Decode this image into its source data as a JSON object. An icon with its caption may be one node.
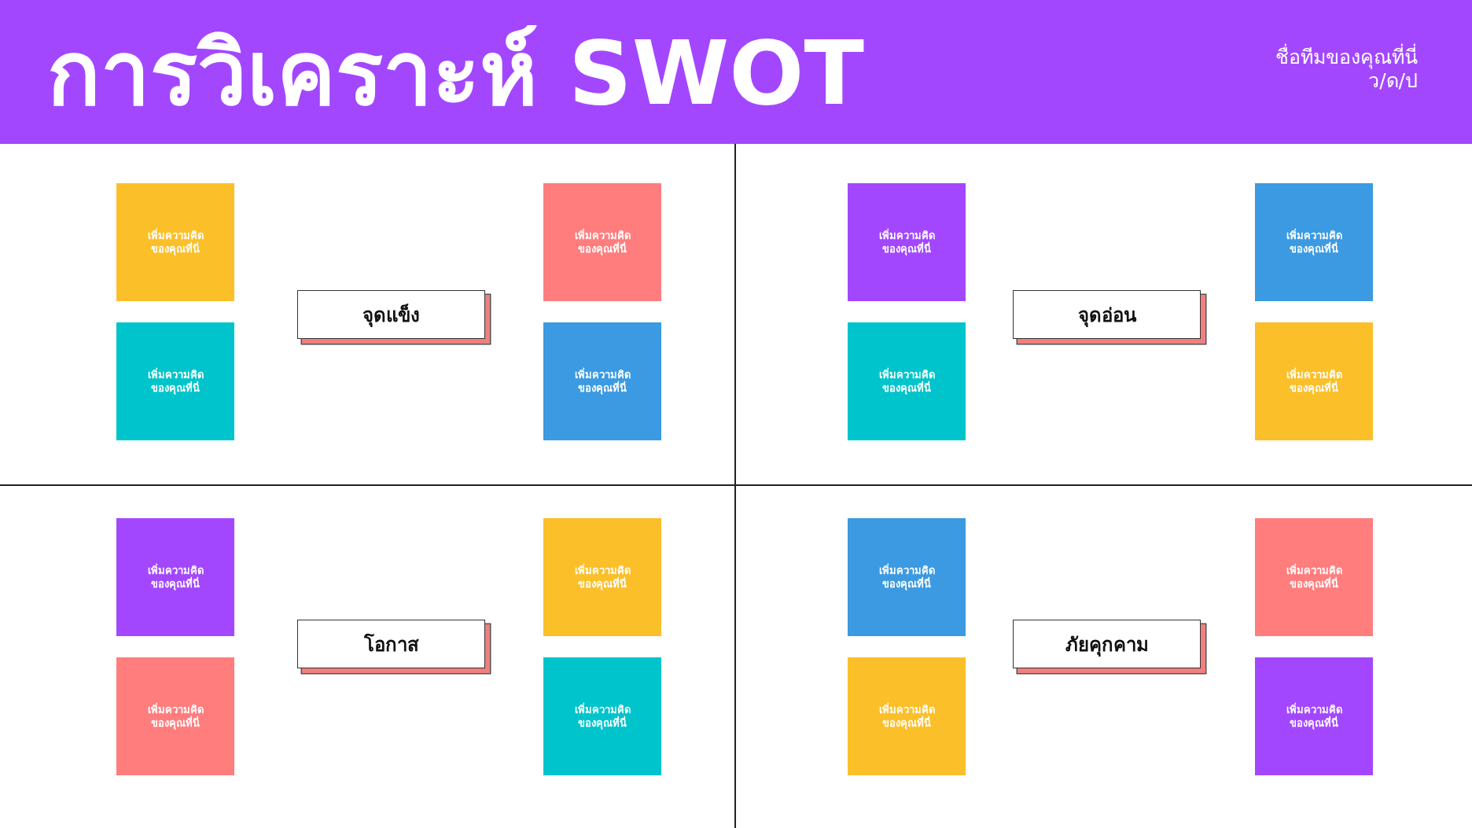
{
  "diagram": {
    "title": "การวิเคราะห์ SWOT",
    "nodes": [
      {
        "text": [
          "จุดแข็ง"
        ]
      },
      {
        "text": [
          "เพิ่มความคิดของคุณที่นี่"
        ]
      },
      {
        "text": [
          "เพิ่มความคิดของคุณที่นี่"
        ]
      },
      {
        "text": [
          "เพิ่มความคิดของคุณที่นี่"
        ]
      },
      {
        "text": [
          "เพิ่มความคิดของคุณที่นี่"
        ]
      },
      {
        "text": [
          "จุดอ่อน"
        ]
      },
      {
        "text": [
          "เพิ่มความคิดของคุณที่นี่"
        ]
      },
      {
        "text": [
          "เพิ่มความคิดของคุณที่นี่"
        ]
      },
      {
        "text": [
          "เพิ่มความคิดของคุณที่นี่"
        ]
      },
      {
        "text": [
          "เพิ่มความคิดของคุณที่นี่"
        ]
      },
      {
        "text": [
          "โอกาส"
        ]
      },
      {
        "text": [
          "เพิ่มความคิดของคุณที่นี่"
        ]
      },
      {
        "text": [
          "เพิ่มความคิดของคุณที่นี่"
        ]
      },
      {
        "text": [
          "เพิ่มความคิดของคุณที่นี่"
        ]
      },
      {
        "text": [
          "เพิ่มความคิดของคุณที่นี่"
        ]
      },
      {
        "text": [
          "ภัยคุกคาม"
        ]
      },
      {
        "text": [
          "เพิ่มความคิดของคุณที่นี่"
        ]
      },
      {
        "text": [
          "เพิ่มความคิดของคุณที่นี่"
        ]
      },
      {
        "text": [
          "เพิ่มความคิดของคุณที่นี่"
        ]
      },
      {
        "text": [
          "เพิ่มความคิดของคุณที่นี่"
        ]
      }
    ],
    "labels": [
      "ชื่อทีมของคุณที่นี่",
      "ว/ด/ป"
    ]
  }
}
